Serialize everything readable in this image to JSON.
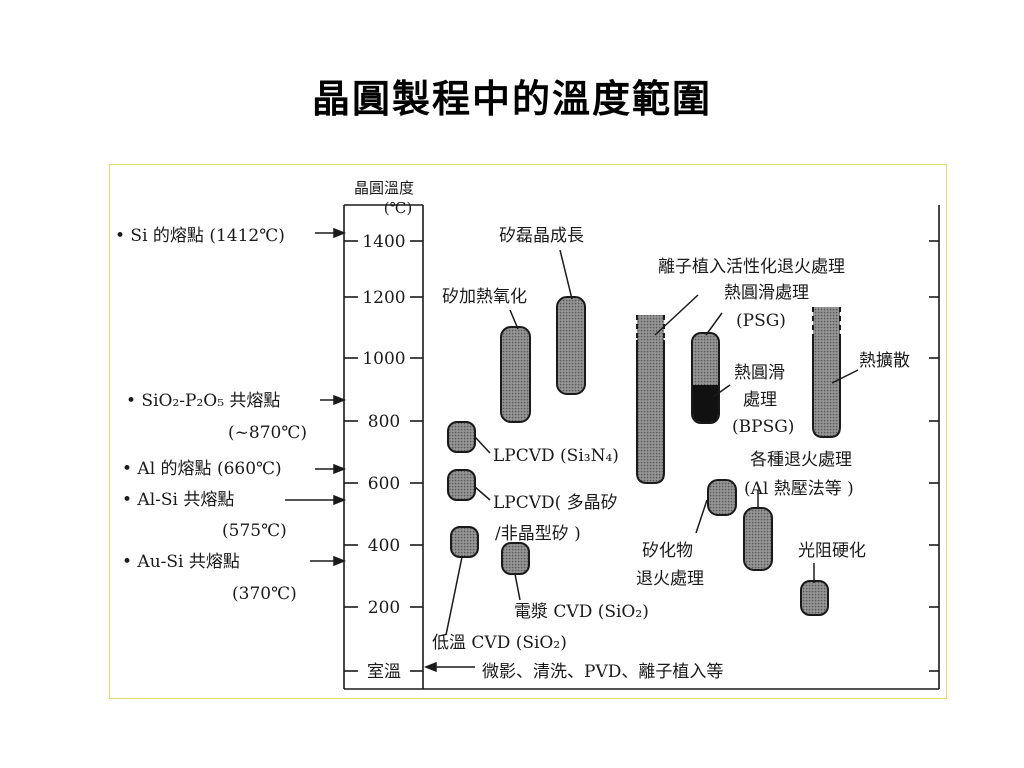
{
  "title": "晶圓製程中的溫度範圍",
  "axis": {
    "label_line1": "晶圓溫度",
    "label_line2": "(℃)",
    "ticks": [
      "1400",
      "1200",
      "1000",
      "800",
      "600",
      "400",
      "200",
      "室溫"
    ]
  },
  "left_labels": {
    "si_melt": "• Si 的熔點 (1412℃)",
    "sio2_eutectic_1": "• SiO₂-P₂O₅ 共熔點",
    "sio2_eutectic_2": "(~870℃)",
    "al_melt": "• Al 的熔點 (660℃)",
    "alsi_1": "• Al-Si 共熔點",
    "alsi_2": "(575℃)",
    "ausi_1": "• Au-Si 共熔點",
    "ausi_2": "(370℃)"
  },
  "process_labels": {
    "epi": "矽磊晶成長",
    "thermal_ox": "矽加熱氧化",
    "implant_anneal": "離子植入活性化退火處理",
    "psg_1": "熱圓滑處理",
    "psg_2": "(PSG)",
    "bpsg_1": "熱圓滑",
    "bpsg_2": "處理",
    "bpsg_3": "(BPSG)",
    "diffusion": "熱擴散",
    "lpcvd_sin": "LPCVD (Si₃N₄)",
    "lpcvd_poly_1": "LPCVD( 多晶矽",
    "lpcvd_poly_2": "/非晶型矽 )",
    "anneal_1": "各種退火處理",
    "anneal_2": "(Al 熱壓法等 )",
    "silicide_1": "矽化物",
    "silicide_2": "退火處理",
    "photoresist": "光阻硬化",
    "pecvd": "電漿 CVD (SiO₂)",
    "ltcvd": "低溫 CVD (SiO₂)",
    "room_temp": "微影、清洗、PVD、離子植入等"
  }
}
